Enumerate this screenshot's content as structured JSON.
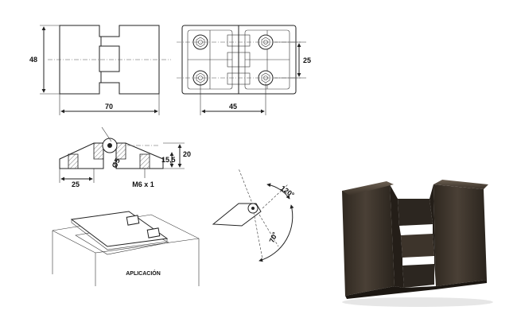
{
  "dimensions": {
    "height_48": "48",
    "width_70": "70",
    "width_45": "45",
    "pitch_25": "25",
    "section_20": "20",
    "section_15_5": "15,5",
    "section_25": "25",
    "thread": "M6 x 1",
    "pin": "Ø5",
    "angle_120": "120°",
    "angle_70": "70°"
  },
  "captions": {
    "application": "APLICACIÓN"
  },
  "colors": {
    "line": "#222222",
    "product_body": "#3a3128",
    "product_highlight": "#6b5f52",
    "background": "#ffffff"
  }
}
